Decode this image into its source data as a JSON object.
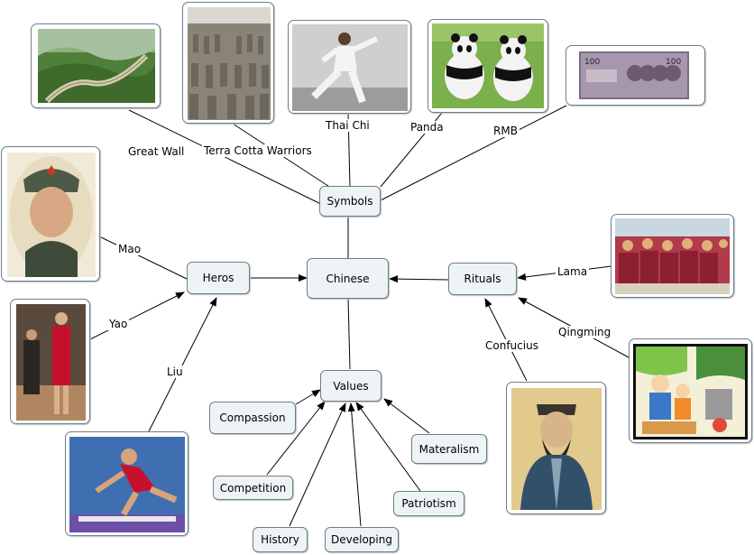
{
  "concepts": {
    "chinese": "Chinese",
    "symbols": "Symbols",
    "heros": "Heros",
    "rituals": "Rituals",
    "values": "Values",
    "compassion": "Compassion",
    "competition": "Competition",
    "history": "History",
    "developing": "Developing",
    "patriotism": "Patriotism",
    "materalism": "Materalism"
  },
  "link_labels": {
    "great_wall": "Great Wall",
    "terra_cotta": "Terra Cotta Warriors",
    "thai_chi": "Thai Chi",
    "panda": "Panda",
    "rmb": "RMB",
    "mao": "Mao",
    "yao": "Yao",
    "liu": "Liu",
    "lama": "Lama",
    "qingming": "Qingming",
    "confucius": "Confucius"
  },
  "banknote_text": {
    "denomination": "100"
  },
  "colors": {
    "node_fill": "#eef3f5",
    "node_border": "#6f7e87",
    "link": "#000000"
  }
}
